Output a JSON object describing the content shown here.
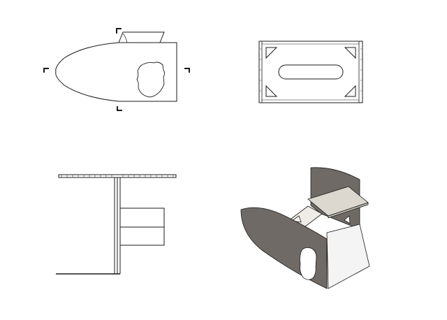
{
  "drawing": {
    "views": [
      {
        "id": "top",
        "caption": ""
      },
      {
        "id": "front",
        "caption": ""
      },
      {
        "id": "side",
        "caption": ""
      },
      {
        "id": "iso",
        "caption": ""
      }
    ]
  },
  "colors": {
    "line": "#1a1a1a",
    "panel_dark": "#6f6a66",
    "panel_light": "#dcd7cf",
    "panel_white": "#f4f4f4",
    "caption": "#8a8a8a"
  }
}
